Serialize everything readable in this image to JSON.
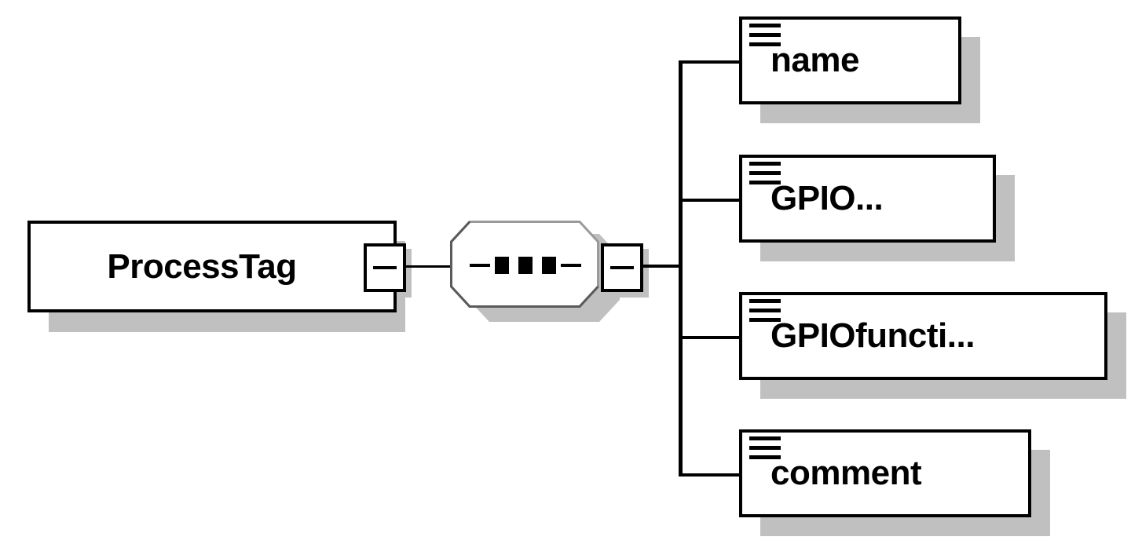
{
  "diagram": {
    "type": "xml-schema-element-tree",
    "title": "ProcessTag element structure",
    "root": {
      "name": "ProcessTag",
      "label": "ProcessTag",
      "toggle": "minus",
      "toggle_label": "−"
    },
    "compositor": {
      "kind": "sequence",
      "symbol": "sequence-dots",
      "toggle": "minus",
      "toggle_label": "−"
    },
    "children": [
      {
        "label": "name",
        "icon": "element-lines-icon",
        "truncated": false
      },
      {
        "label": "GPIO...",
        "icon": "element-lines-icon",
        "truncated": true
      },
      {
        "label": "GPIOfuncti...",
        "icon": "element-lines-icon",
        "truncated": true
      },
      {
        "label": "comment",
        "icon": "element-lines-icon",
        "truncated": false
      }
    ]
  },
  "colors": {
    "stroke": "#000000",
    "fill": "#ffffff",
    "shadow": "#c0c0c0",
    "compositor_border": "#9a9a9a",
    "compositor_border_dark": "#4d4d4d"
  }
}
